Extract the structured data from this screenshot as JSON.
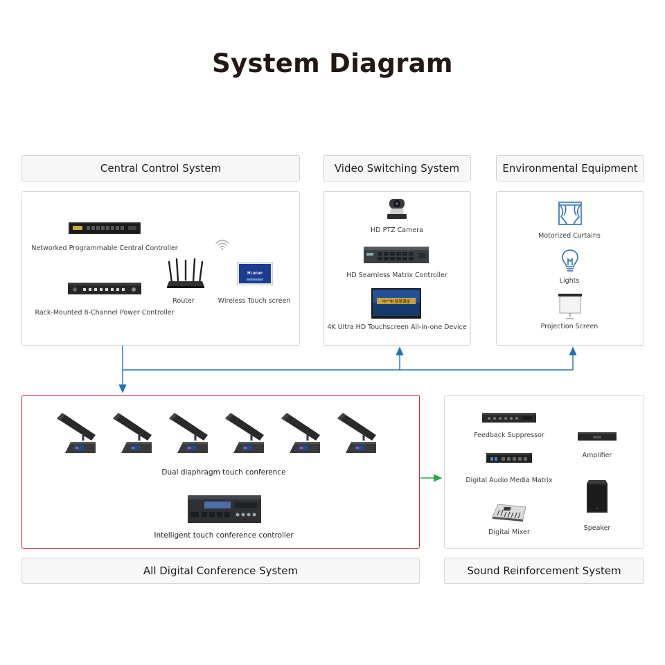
{
  "title": "System Diagram",
  "sections": {
    "central": "Central Control System",
    "video": "Video Switching System",
    "environment": "Environmental Equipment",
    "conference": "All Digital Conference System",
    "sound": "Sound Reinforcement System"
  },
  "central_devices": {
    "controller": "Networked Programmable Central Controller",
    "power": "Rack-Mounted 8-Channel Power Controller",
    "router": "Router",
    "touch": "Wireless Touch screen"
  },
  "video_devices": {
    "camera": "HD PTZ Camera",
    "matrix": "HD Seamless Matrix Controller",
    "touchscreen": "4K Ultra HD Touchscreen All-in-one Device"
  },
  "env_devices": {
    "curtains": "Motorized Curtains",
    "lights": "Lights",
    "screen": "Projection Screen"
  },
  "conference_devices": {
    "mics": "Dual diaphragm touch conference",
    "controller": "Intelligent touch conference controller"
  },
  "sound_devices": {
    "suppressor": "Feedback Suppressor",
    "amplifier": "Amplifier",
    "media_matrix": "Digital Audio Media Matrix",
    "mixer": "Digital Mixer",
    "speaker": "Speaker"
  },
  "screen_text": {
    "touch_logo": "Hi.ucan",
    "display_text": "中广电  智慧课堂"
  },
  "colors": {
    "blue_arrow": "#1f73b9",
    "green_arrow": "#2aa84a",
    "red_frame": "#d4232b"
  }
}
